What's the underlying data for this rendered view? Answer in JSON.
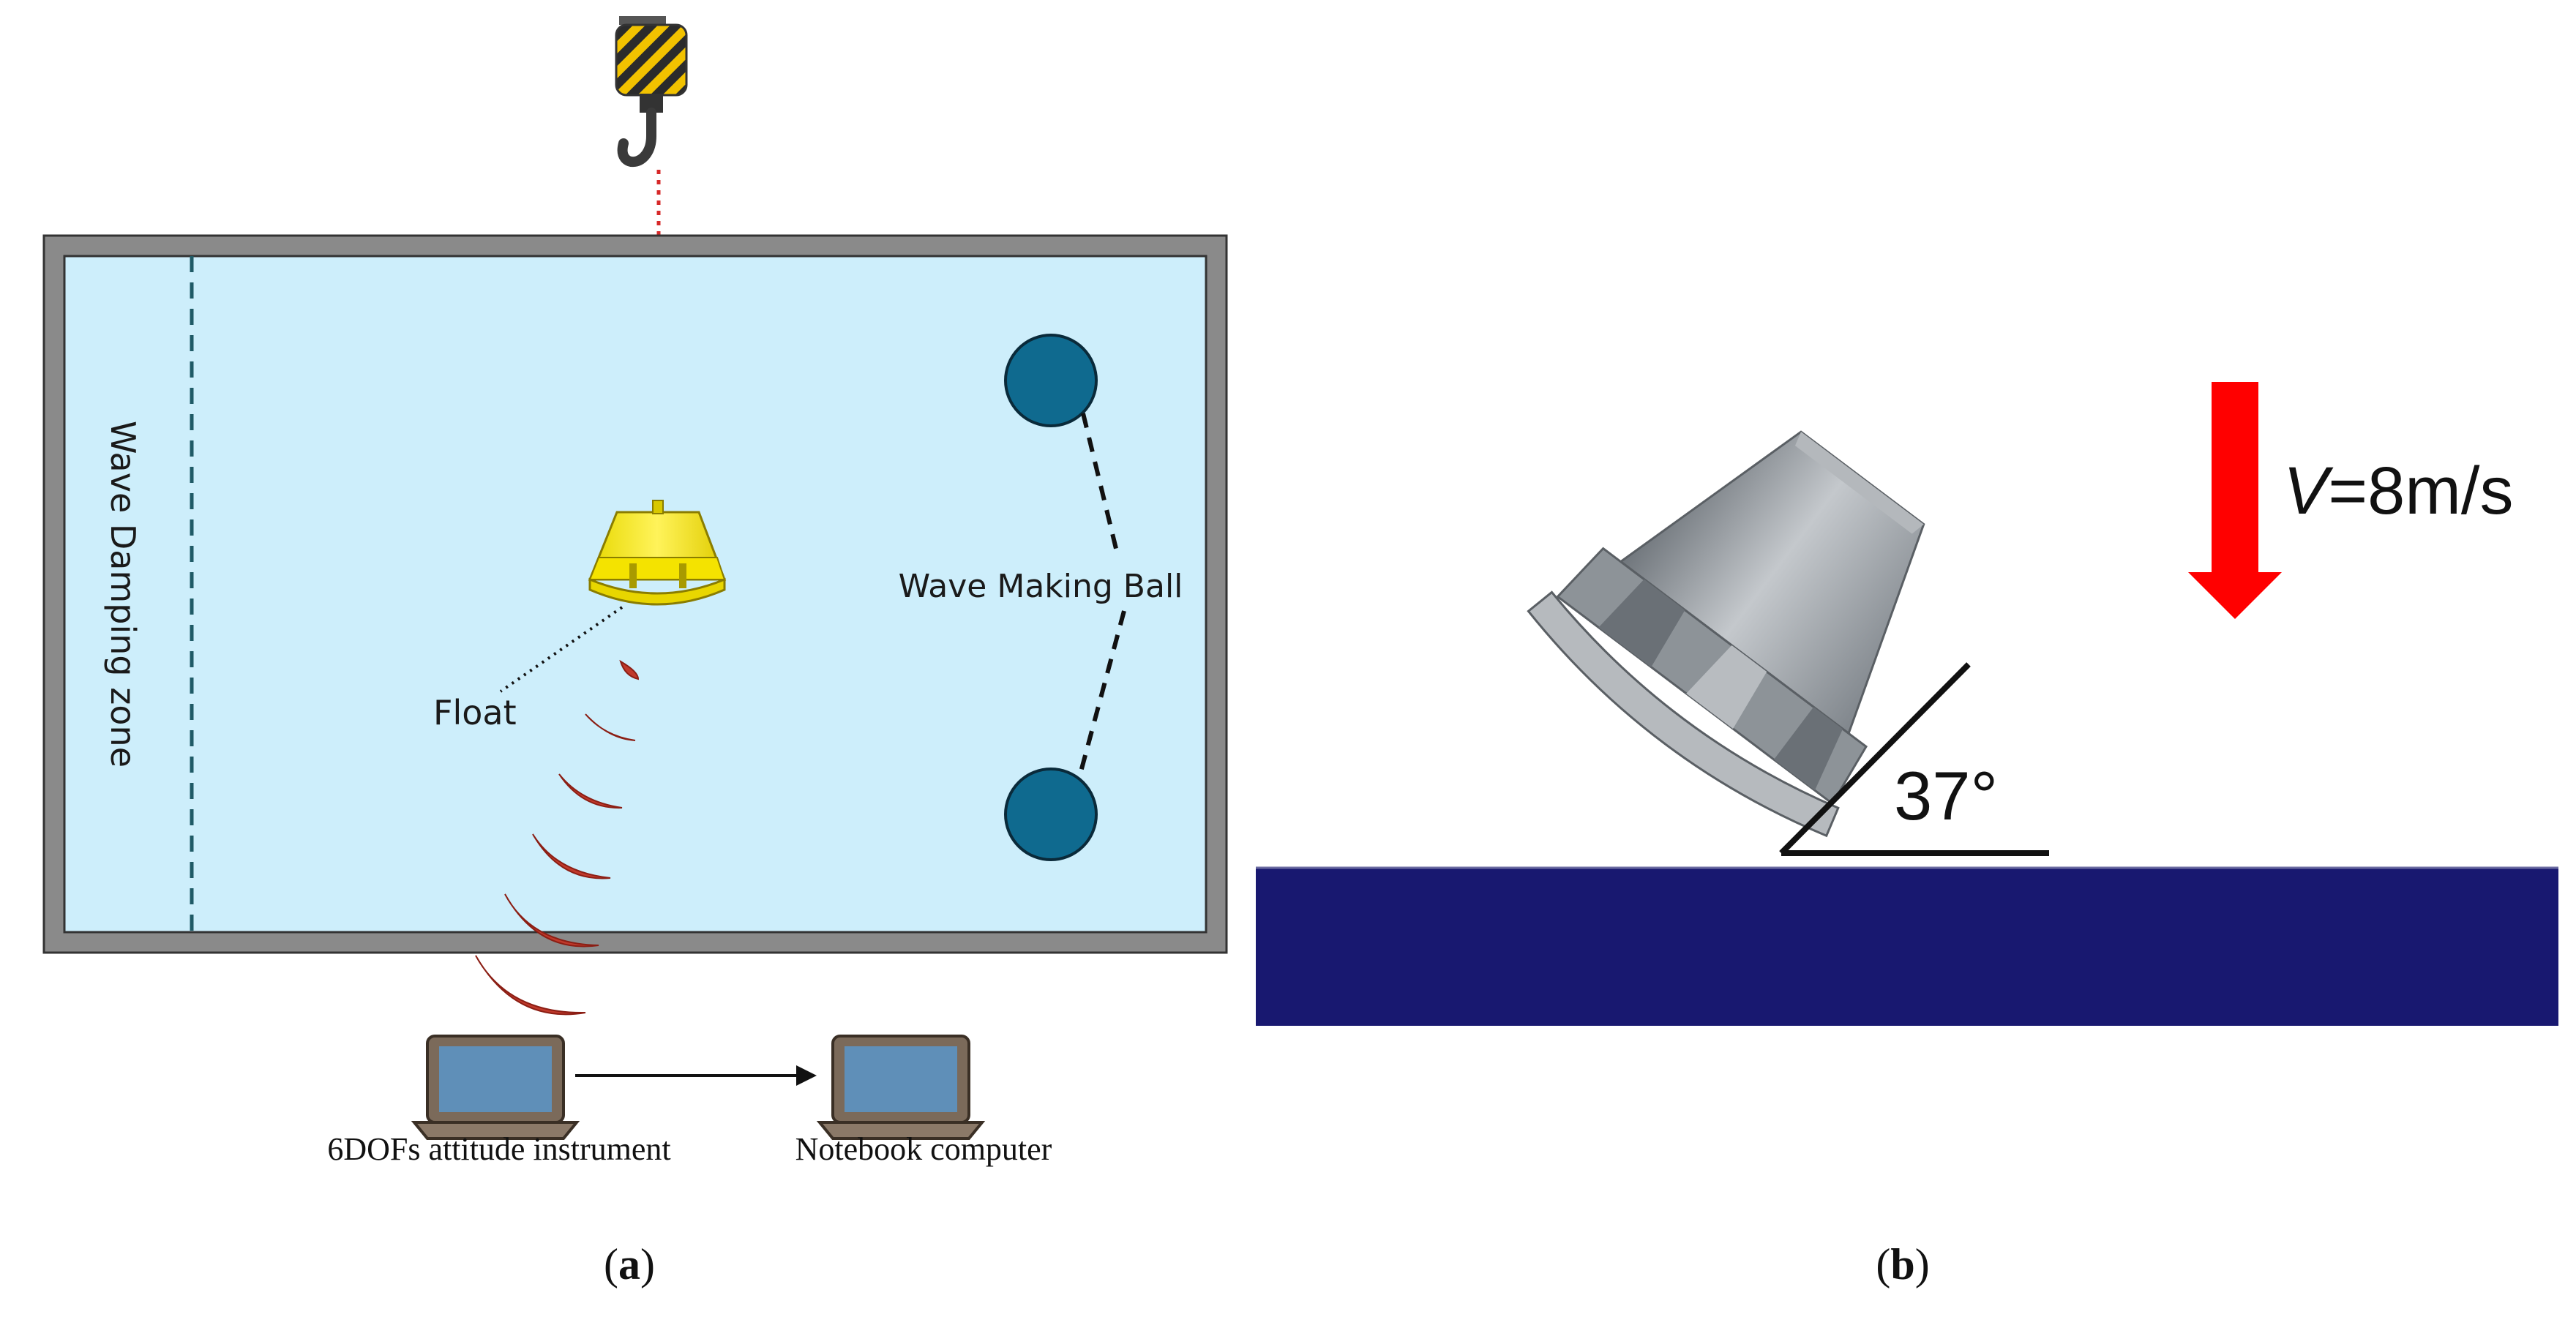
{
  "panel_a": {
    "damping_zone_label": "Wave Damping zone",
    "wave_ball_label": "Wave Making Ball",
    "float_label": "Float",
    "instrument_label": "6DOFs attitude instrument",
    "computer_label": "Notebook computer",
    "caption": "a"
  },
  "panel_b": {
    "angle_label": "37°",
    "velocity_symbol": "V",
    "velocity_value": "=8m/s",
    "caption": "b"
  },
  "colors": {
    "tank_water": "#cdeefb",
    "tank_wall": "#8a8a8a",
    "ball": "#0f6a8f",
    "float": "#ffee00",
    "wave_arc": "#c0392b",
    "arrow": "#ff0000",
    "floor": "#181870",
    "body_grey": "#9aa0a6"
  },
  "icons": [
    "crane-hook-icon",
    "laptop-icon",
    "arrow-right-icon",
    "arrow-down-icon"
  ]
}
